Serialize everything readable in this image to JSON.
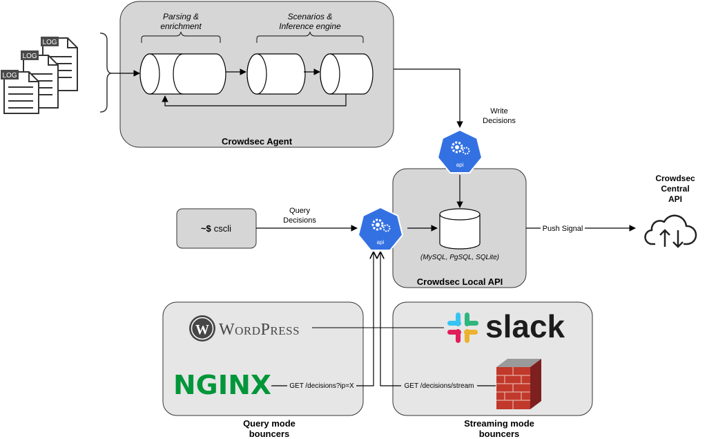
{
  "log_label": "LOG",
  "agent": {
    "title": "Crowdsec Agent",
    "parsing_line1": "Parsing &",
    "parsing_line2": "enrichment",
    "scenarios_line1": "Scenarios &",
    "scenarios_line2": "Inference engine"
  },
  "write_decisions": {
    "line1": "Write",
    "line2": "Decisions"
  },
  "api_icon_label": "api",
  "local_api": {
    "title": "Crowdsec Local API",
    "db_label": "(MySQL, PgSQL, SQLite)"
  },
  "cscli": {
    "prompt": "~$",
    "command": "cscli"
  },
  "query_decisions": {
    "line1": "Query",
    "line2": "Decisions"
  },
  "push_signal": "Push Signal",
  "central_api": {
    "line1": "Crowdsec",
    "line2": "Central",
    "line3": "API"
  },
  "query_bouncers": {
    "title_line1": "Query mode",
    "title_line2": "bouncers",
    "wordpress": "WordPress",
    "nginx": "NGINX",
    "request": "GET /decisions?ip=X"
  },
  "stream_bouncers": {
    "title_line1": "Streaming mode",
    "title_line2": "bouncers",
    "slack": "slack",
    "request": "GET /decisions/stream"
  },
  "colors": {
    "panel_fill": "#d6d6d6",
    "panel_light_fill": "#e6e6e6",
    "api_blue": "#3371e3",
    "nginx_green": "#009639",
    "slack_dark": "#1d1c1d",
    "firewall_brick": "#b03030"
  }
}
